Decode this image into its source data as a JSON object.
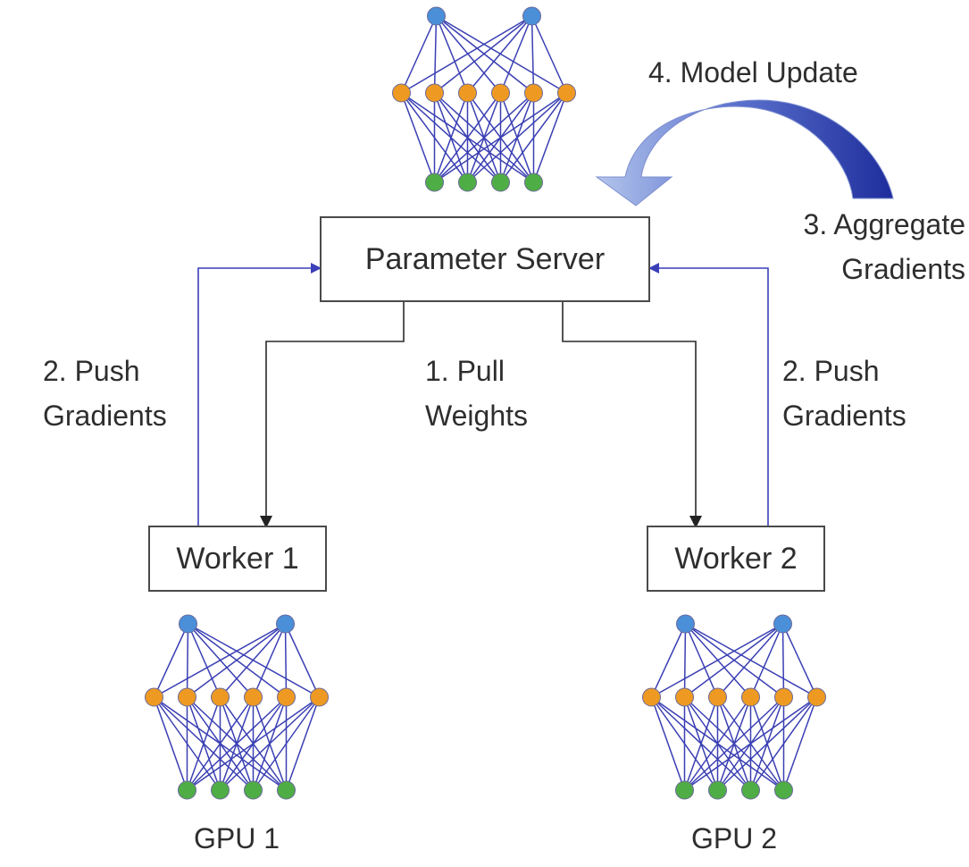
{
  "diagram": {
    "parameter_server": {
      "label": "Parameter Server"
    },
    "workers": [
      {
        "label": "Worker 1",
        "gpu_label": "GPU 1"
      },
      {
        "label": "Worker 2",
        "gpu_label": "GPU 2"
      }
    ],
    "steps": {
      "pull_weights": {
        "line1": "1. Pull",
        "line2": "Weights"
      },
      "push_gradients_left": {
        "line1": "2. Push",
        "line2": "Gradients"
      },
      "push_gradients_right": {
        "line1": "2. Push",
        "line2": "Gradients"
      },
      "aggregate_gradients": {
        "line1": "3. Aggregate",
        "line2": "Gradients"
      },
      "model_update": {
        "text": "4. Model Update"
      }
    },
    "network": {
      "layers": [
        2,
        6,
        4
      ],
      "layer_colors": [
        "#4a8fd8",
        "#ee9a22",
        "#4fad45"
      ],
      "edge_color": "#3a3fb3",
      "node_stroke": "#6a6a9a"
    },
    "colors": {
      "push_arrow": "#3b3fb8",
      "pull_arrow": "#3a3a3a",
      "update_arrow_dark": "#1e2d9c",
      "update_arrow_light": "#a9bde9"
    }
  }
}
